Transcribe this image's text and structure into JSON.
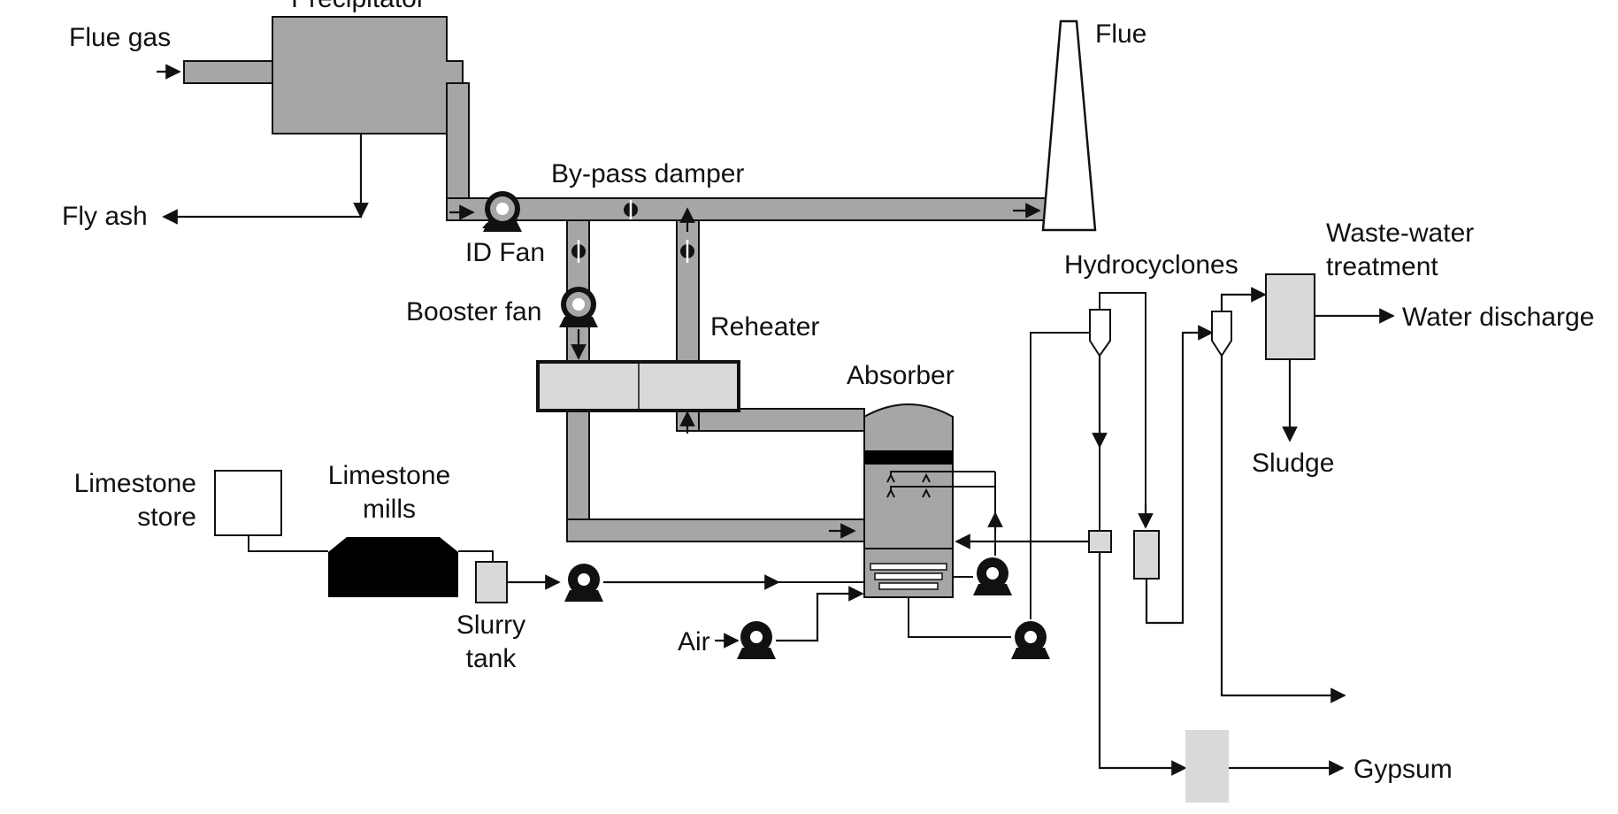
{
  "labels": {
    "precipitator": "Precipitator",
    "flue_gas": "Flue gas",
    "flue": "Flue",
    "fly_ash": "Fly ash",
    "bypass_damper": "By-pass damper",
    "id_fan": "ID Fan",
    "booster_fan": "Booster fan",
    "reheater": "Reheater",
    "absorber": "Absorber",
    "hydrocyclones": "Hydrocyclones",
    "waste_water_1": "Waste-water",
    "waste_water_2": "treatment",
    "water_discharge": "Water discharge",
    "sludge": "Sludge",
    "limestone_store_1": "Limestone",
    "limestone_store_2": "store",
    "limestone_mills_1": "Limestone",
    "limestone_mills_2": "mills",
    "slurry_tank_1": "Slurry",
    "slurry_tank_2": "tank",
    "air": "Air",
    "gypsum": "Gypsum"
  },
  "colors": {
    "duct": "#a6a6a6",
    "equipment_light": "#d9d9d9",
    "equipment_dark": "#000000",
    "line": "#111111"
  }
}
